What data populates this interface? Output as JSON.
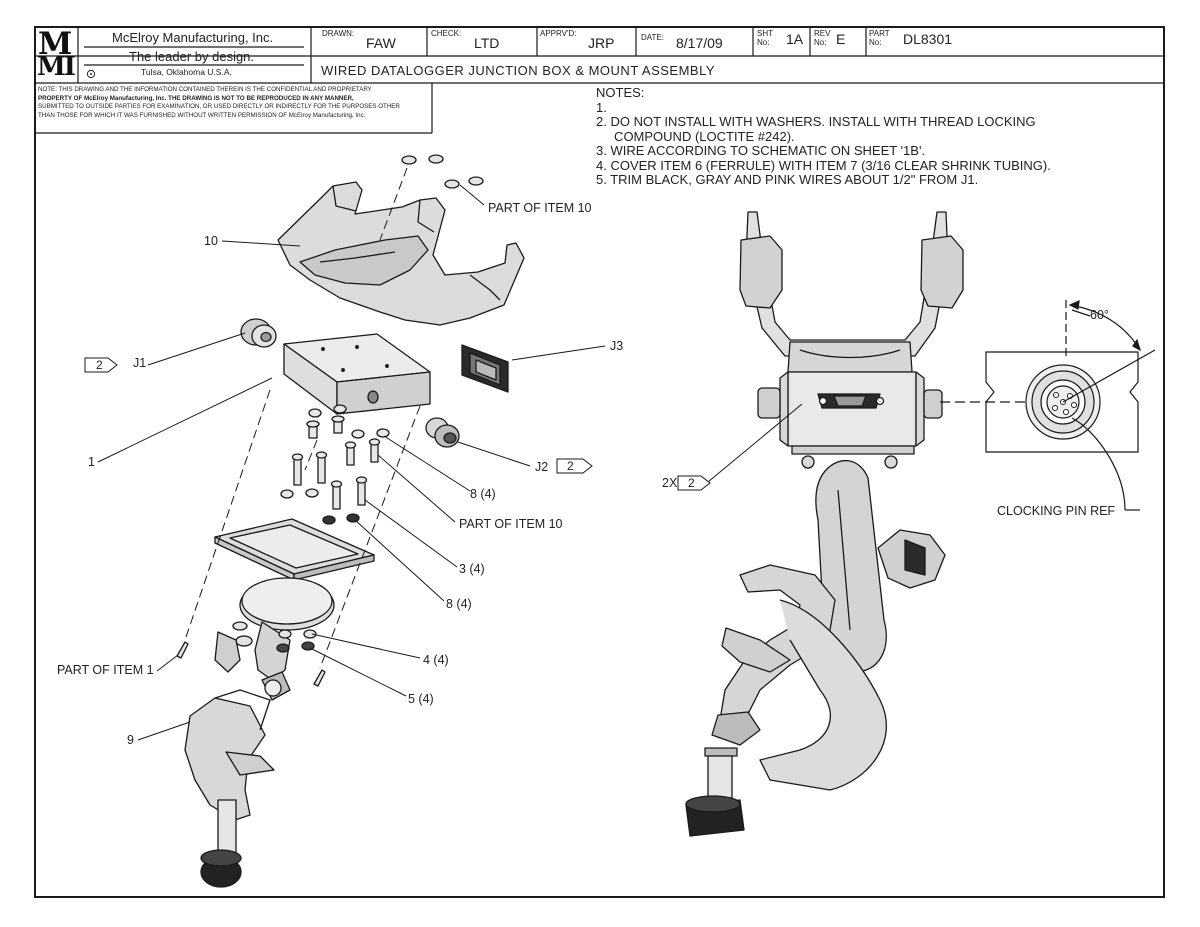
{
  "title_block": {
    "logo_top": "M",
    "logo_bottom": "MI",
    "company_name": "McElroy Manufacturing, Inc.",
    "slogan": "The leader by design.",
    "location": "Tulsa, Oklahoma U.S.A.",
    "drawn_label": "DRAWN:",
    "drawn_value": "FAW",
    "check_label": "CHECK:",
    "check_value": "LTD",
    "apprvd_label": "APPRV'D:",
    "apprvd_value": "JRP",
    "date_label": "DATE:",
    "date_value": "8/17/09",
    "sht_label_1": "SHT",
    "sht_label_2": "No:",
    "sht_value": "1A",
    "rev_label_1": "REV",
    "rev_label_2": "No:",
    "rev_value": "E",
    "part_label_1": "PART",
    "part_label_2": "No:",
    "part_value": "DL8301",
    "drawing_title": "WIRED DATALOGGER JUNCTION BOX & MOUNT ASSEMBLY"
  },
  "confidential": {
    "line1": "NOTE: THIS DRAWING AND THE INFORMATION CONTAINED THEREIN IS THE CONFIDENTIAL AND PROPRIETARY",
    "line2": "PROPERTY OF McElroy Manufacturing, Inc. THE DRAWING IS NOT TO BE REPRODUCED IN ANY MANNER,",
    "line3": "SUBMITTED TO OUTSIDE PARTIES FOR EXAMINATION, OR USED DIRECTLY OR INDIRECTLY FOR THE PURPOSES OTHER",
    "line4": "THAN THOSE FOR WHICH IT WAS FURNISHED WITHOUT WRITTEN PERMISSION OF McElroy Manufacturing, Inc."
  },
  "notes": {
    "heading": "NOTES:",
    "items": [
      "1.",
      "2. DO NOT INSTALL WITH WASHERS. INSTALL WITH THREAD LOCKING",
      "     COMPOUND (LOCTITE #242).",
      "3. WIRE ACCORDING TO SCHEMATIC ON SHEET '1B'.",
      "4. COVER ITEM 6 (FERRULE) WITH ITEM 7 (3/16 CLEAR SHRINK TUBING).",
      "5. TRIM BLACK, GRAY AND PINK WIRES ABOUT 1/2\" FROM J1."
    ]
  },
  "callouts": {
    "part_of_item_10_top": "PART OF ITEM 10",
    "item_10": "10",
    "j1": "J1",
    "j1_tag": "2",
    "j3": "J3",
    "item_1": "1",
    "j2": "J2",
    "j2_tag": "2",
    "item_8_4_top": "8 (4)",
    "part_of_item_10_mid": "PART OF ITEM 10",
    "item_3_4": "3 (4)",
    "item_8_4_bottom": "8 (4)",
    "item_4_4": "4 (4)",
    "item_5_4": "5 (4)",
    "part_of_item_1": "PART OF ITEM 1",
    "item_9": "9",
    "tag_2x_prefix": "2X",
    "tag_2x": "2",
    "angle": "60°",
    "clocking_pin": "CLOCKING PIN REF"
  },
  "colors": {
    "line": "#1a1a1a",
    "paper": "#ffffff",
    "part_fill": "#e4e4e4",
    "dark_fill": "#2a2a2a"
  },
  "icons": {
    "logo": "mmi-logo",
    "location_marker": "circle-dot-icon",
    "revision_tag": "pentagon-tag-icon"
  }
}
